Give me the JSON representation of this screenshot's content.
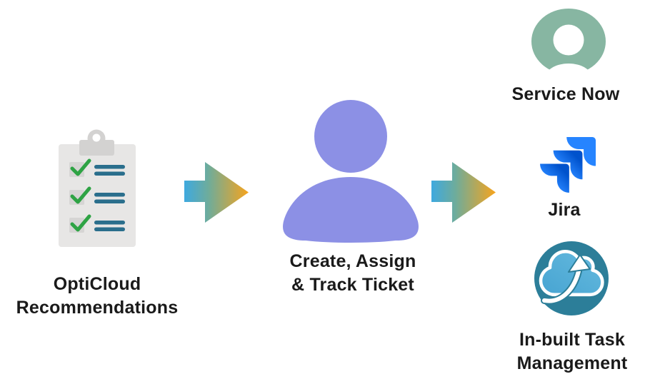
{
  "page": {
    "background": "#ffffff"
  },
  "colors": {
    "page_bg": "#ffffff",
    "text": "#1a1a1a",
    "person_purple": "#8c90e5",
    "servicenow_green": "#87b6a2",
    "jira_blue": "#2684ff",
    "jira_blue_dark": "#0052cc",
    "task_circle_teal": "#2c7e99",
    "task_cloud_blue": "#47a4d2",
    "task_cloud_blue_light": "#65bade",
    "clipboard_body": "#e7e6e5",
    "clipboard_clip": "#d3d2d1",
    "checkbox_fill": "#d6d5d4",
    "check_green": "#2ea344",
    "line_teal": "#2a6e8c",
    "arrow_blue": "#3ea9df",
    "arrow_teal": "#6fac9a",
    "arrow_orange": "#f7a41d"
  },
  "icons": {
    "opticloud": "checklist-clipboard",
    "ticket": "person-silhouette",
    "servicenow": "servicenow-ring",
    "jira": "jira-chevrons",
    "task_management": "cloud-up-arrow",
    "connector": "gradient-right-arrow"
  },
  "nodes": {
    "opticloud": {
      "label_line1": "OptiCloud",
      "label_line2": "Recommendations"
    },
    "ticket": {
      "label_line1": "Create, Assign",
      "label_line2": "& Track Ticket"
    },
    "servicenow": {
      "label": "Service Now"
    },
    "jira": {
      "label": "Jira"
    },
    "task_management": {
      "label_line1": "In-built Task",
      "label_line2": "Management"
    }
  }
}
